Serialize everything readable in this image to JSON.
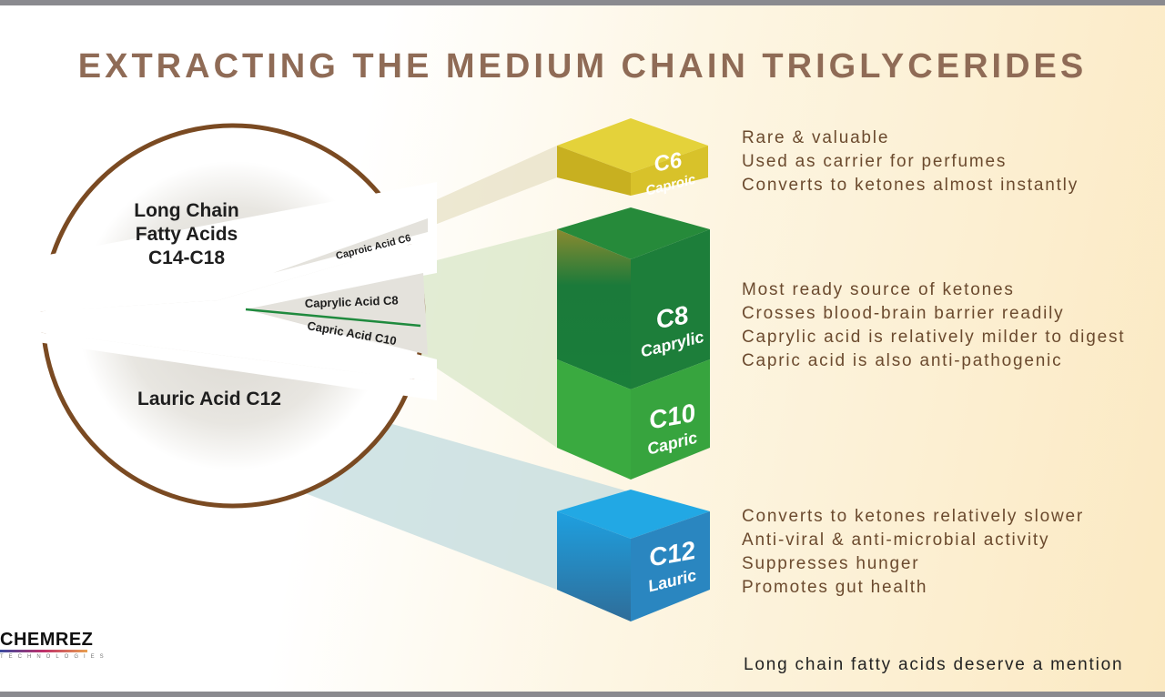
{
  "title": "EXTRACTING THE MEDIUM CHAIN TRIGLYCERIDES",
  "coconut": {
    "long_chain": [
      "Long Chain",
      "Fatty Acids",
      "C14-C18"
    ],
    "lauric": "Lauric Acid C12",
    "caproic": "Caproic Acid C6",
    "caprylic": "Caprylic Acid C8",
    "capric": "Capric Acid C10"
  },
  "cubes": {
    "c6": {
      "code": "C6",
      "name": "Caproic",
      "color": "#d8c22a"
    },
    "c8": {
      "code": "C8",
      "name": "Caprylic",
      "color": "#1e8a3e"
    },
    "c10": {
      "code": "C10",
      "name": "Capric",
      "color": "#3aaa40"
    },
    "c12": {
      "code": "C12",
      "name": "Lauric",
      "color": "#1e9ad8"
    }
  },
  "descriptions": {
    "c6": [
      "Rare & valuable",
      "Used as carrier for perfumes",
      "Converts to ketones almost instantly"
    ],
    "c8_c10": [
      "Most ready source of ketones",
      "Crosses blood-brain barrier readily",
      "Caprylic acid is relatively milder to digest",
      "Capric acid is also anti-pathogenic"
    ],
    "c12": [
      "Converts to ketones relatively slower",
      "Anti-viral & anti-microbial activity",
      "Suppresses hunger",
      "Promotes gut health"
    ]
  },
  "footer": "Long chain fatty acids deserve a mention",
  "logo": {
    "name": "CHEMREZ",
    "sub": "TECHNOLOGIES"
  }
}
